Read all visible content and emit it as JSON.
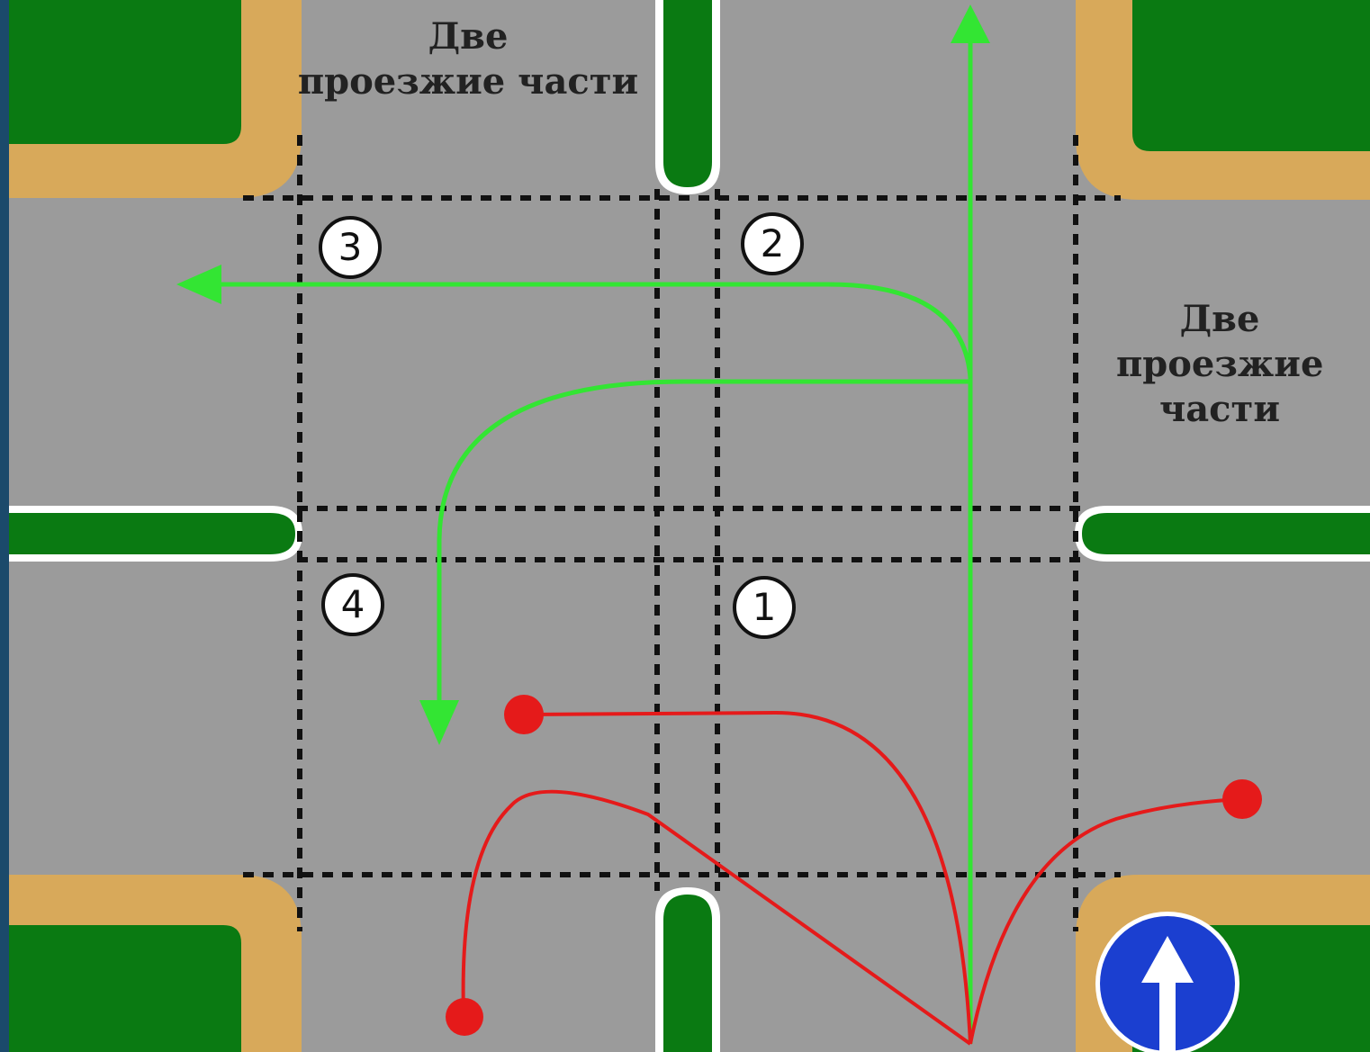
{
  "labels": {
    "top_line1": "Две",
    "top_line2": "проезжие части",
    "right_line1": "Две",
    "right_line2": "проезжие",
    "right_line3": "части"
  },
  "zones": [
    "1",
    "2",
    "3",
    "4"
  ],
  "colors": {
    "road": "#9b9b9b",
    "grass": "#0a7a12",
    "curb": "#d8a95a",
    "allowed_path": "#33e533",
    "forbidden_path": "#e51a1a",
    "dashed_border": "#111111",
    "sign": "#1b3fd0",
    "frame": "#1b4a6b"
  },
  "legend_icons": {
    "allowed": "green-arrow-icon",
    "forbidden": "red-dot-icon",
    "sign": "straight-only-sign-icon"
  }
}
